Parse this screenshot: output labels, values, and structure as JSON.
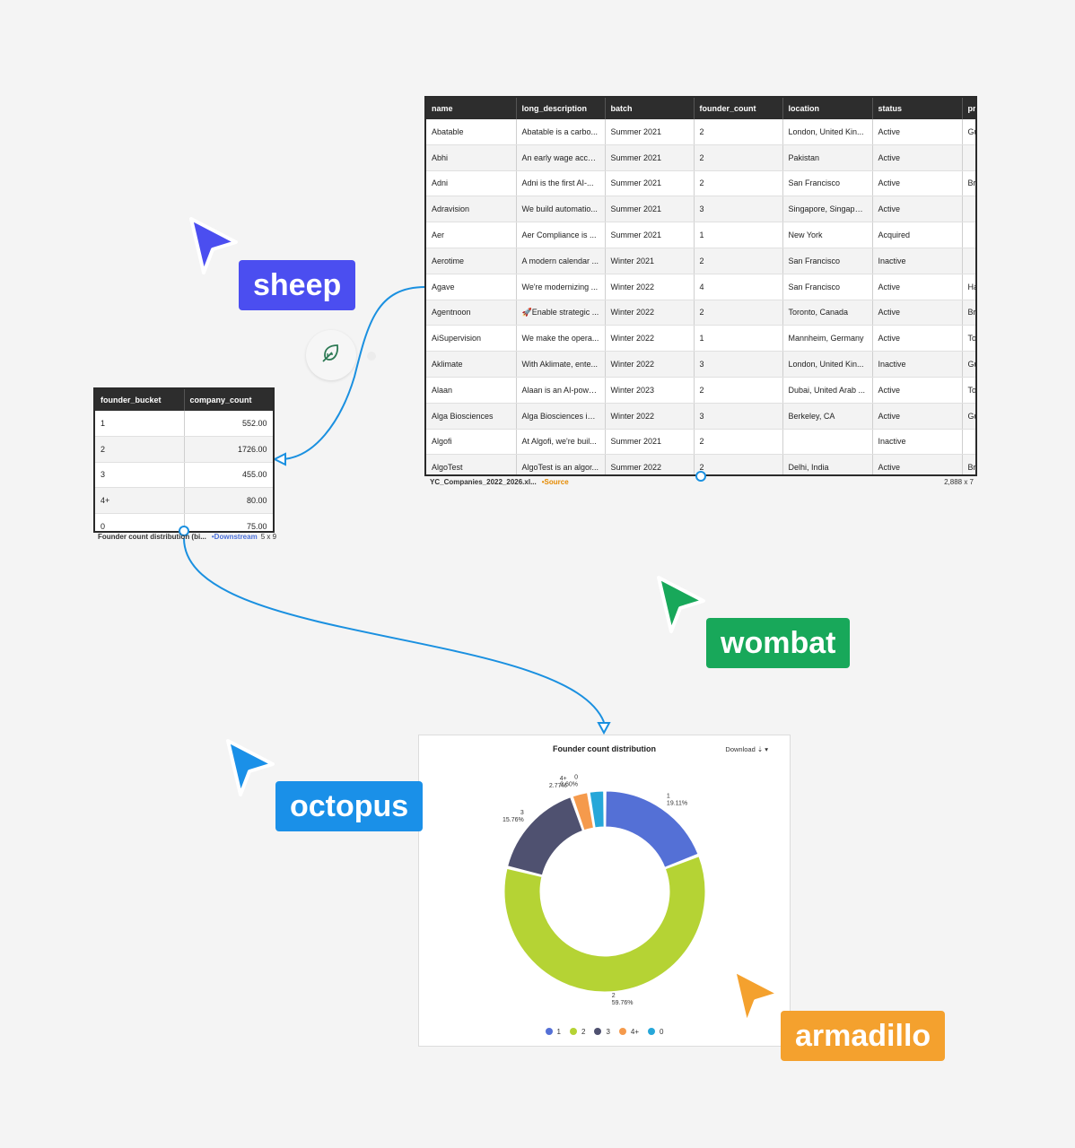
{
  "source_table": {
    "columns": [
      "name",
      "long_description",
      "batch",
      "founder_count",
      "location",
      "status",
      "pri"
    ],
    "rows": [
      [
        "Abatable",
        "Abatable is a carbo...",
        "Summer 2021",
        "2",
        "London, United Kin...",
        "Active",
        "Gu"
      ],
      [
        "Abhi",
        "An early wage acce...",
        "Summer 2021",
        "2",
        "Pakistan",
        "Active",
        ""
      ],
      [
        "Adni",
        "Adni is the first AI-...",
        "Summer 2021",
        "2",
        "San Francisco",
        "Active",
        "Bra"
      ],
      [
        "Adravision",
        "We build automatio...",
        "Summer 2021",
        "3",
        "Singapore, Singapore",
        "Active",
        ""
      ],
      [
        "Aer",
        "Aer Compliance is ...",
        "Summer 2021",
        "1",
        "New York",
        "Acquired",
        ""
      ],
      [
        "Aerotime",
        "A modern calendar ...",
        "Winter 2021",
        "2",
        "San Francisco",
        "Inactive",
        ""
      ],
      [
        "Agave",
        "We're modernizing ...",
        "Winter 2022",
        "4",
        "San Francisco",
        "Active",
        "Ha"
      ],
      [
        "Agentnoon",
        "🚀Enable strategic ...",
        "Winter 2022",
        "2",
        "Toronto, Canada",
        "Active",
        "Bra"
      ],
      [
        "AiSupervision",
        "We make the opera...",
        "Winter 2022",
        "1",
        "Mannheim, Germany",
        "Active",
        "Tor"
      ],
      [
        "Aklimate",
        "With Aklimate, ente...",
        "Winter 2022",
        "3",
        "London, United Kin...",
        "Inactive",
        "Gu"
      ],
      [
        "Alaan",
        "Alaan is an AI-powe...",
        "Winter 2023",
        "2",
        "Dubai, United Arab ...",
        "Active",
        "Tor"
      ],
      [
        "Alga Biosciences",
        "Alga Biosciences is ...",
        "Winter 2022",
        "3",
        "Berkeley, CA",
        "Active",
        "Gu"
      ],
      [
        "Algofi",
        "At Algofi, we're buil...",
        "Summer 2021",
        "2",
        "",
        "Inactive",
        ""
      ],
      [
        "AlgoTest",
        "AlgoTest is an algor...",
        "Summer 2022",
        "2",
        "Delhi, India",
        "Active",
        "Bra"
      ],
      [
        "",
        "",
        "",
        "",
        "",
        "",
        ""
      ]
    ],
    "footer_name": "YC_Companies_2022_2026.xl...",
    "footer_tag": "•Source",
    "footer_dims": "2,888 x 7"
  },
  "downstream_table": {
    "columns": [
      "founder_bucket",
      "company_count"
    ],
    "rows": [
      [
        "1",
        "552.00"
      ],
      [
        "2",
        "1726.00"
      ],
      [
        "3",
        "455.00"
      ],
      [
        "4+",
        "80.00"
      ],
      [
        "0",
        "75.00"
      ]
    ],
    "footer_name": "Founder count distribution (bi...",
    "footer_tag": "•Downstream",
    "footer_dims": "5 x 9"
  },
  "chart": {
    "title": "Founder count distribution",
    "download_label": "Download ⇣ ▾"
  },
  "chart_data": {
    "type": "pie",
    "title": "Founder count distribution",
    "categories": [
      "1",
      "2",
      "3",
      "4+",
      "0"
    ],
    "values": [
      19.11,
      59.76,
      15.76,
      2.77,
      2.6
    ],
    "value_labels": [
      "19.11%",
      "59.76%",
      "15.76%",
      "2.77%",
      "2.60%"
    ],
    "colors": [
      "#5470d6",
      "#b5d334",
      "#4f5170",
      "#f59a4c",
      "#26a7d9"
    ],
    "donut": true,
    "legend_position": "bottom"
  },
  "cursors": [
    {
      "label": "sheep",
      "color": "#4b4ef0"
    },
    {
      "label": "wombat",
      "color": "#18a85a"
    },
    {
      "label": "octopus",
      "color": "#1a90e8"
    },
    {
      "label": "armadillo",
      "color": "#f4a12e"
    }
  ],
  "edge_color": "#1a90e0"
}
